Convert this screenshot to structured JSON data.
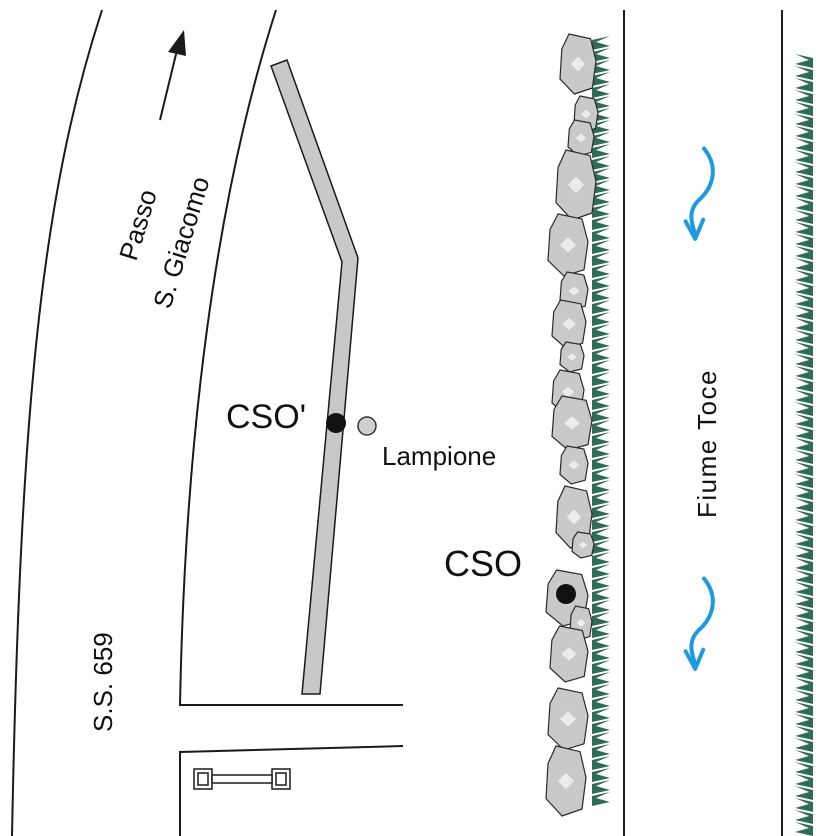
{
  "labels": {
    "direction_line1": "Passo",
    "direction_line2": "S. Giacomo",
    "road": "S.S. 659",
    "point_primary": "CSO",
    "point_secondary": "CSO'",
    "streetlight": "Lampione",
    "river": "Fiume Toce"
  },
  "colors": {
    "line": "#1a1a1a",
    "wall_fill": "#c8c8c8",
    "rock_fill": "#c9c9c9",
    "vegetation": "#2f6b55",
    "flow_arrow": "#1e9be0",
    "point_dark": "#111111",
    "point_light": "#cfcfcf"
  },
  "icons": {
    "north_arrow": "arrow-icon",
    "flow": "flow-arrow-icon",
    "vegetation": "grass-tuft-icon",
    "rock": "rock-icon"
  }
}
